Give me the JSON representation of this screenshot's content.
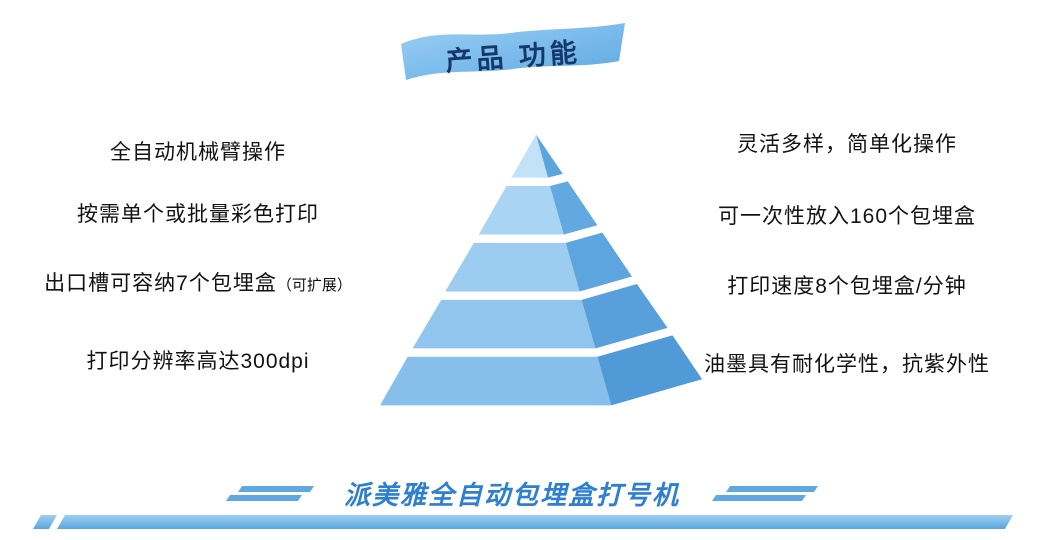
{
  "banner": {
    "title": "产品 功能"
  },
  "features": {
    "left": [
      {
        "text": "全自动机械臂操作",
        "note": ""
      },
      {
        "text": "按需单个或批量彩色打印",
        "note": ""
      },
      {
        "text": "出口槽可容纳7个包埋盒",
        "note": "（可扩展）"
      },
      {
        "text": "打印分辨率高达300dpi",
        "note": ""
      }
    ],
    "right": [
      {
        "text": "灵活多样，简单化操作"
      },
      {
        "text": "可一次性放入160个包埋盒"
      },
      {
        "text": "打印速度8个包埋盒/分钟"
      },
      {
        "text": "油墨具有耐化学性，抗紫外性"
      }
    ]
  },
  "pyramid": {
    "levels": 5
  },
  "footer": {
    "title": "派美雅全自动包埋盒打号机"
  },
  "colors": {
    "accent_blue": "#5fa8e0",
    "banner_text": "#14386b",
    "footer_title": "#2e7fd0",
    "pyramid_front_light": "#c2e2f7",
    "pyramid_front_dark": "#86c0ea",
    "pyramid_side": "#5aa5de",
    "body_text": "#121212",
    "background": "#ffffff"
  }
}
